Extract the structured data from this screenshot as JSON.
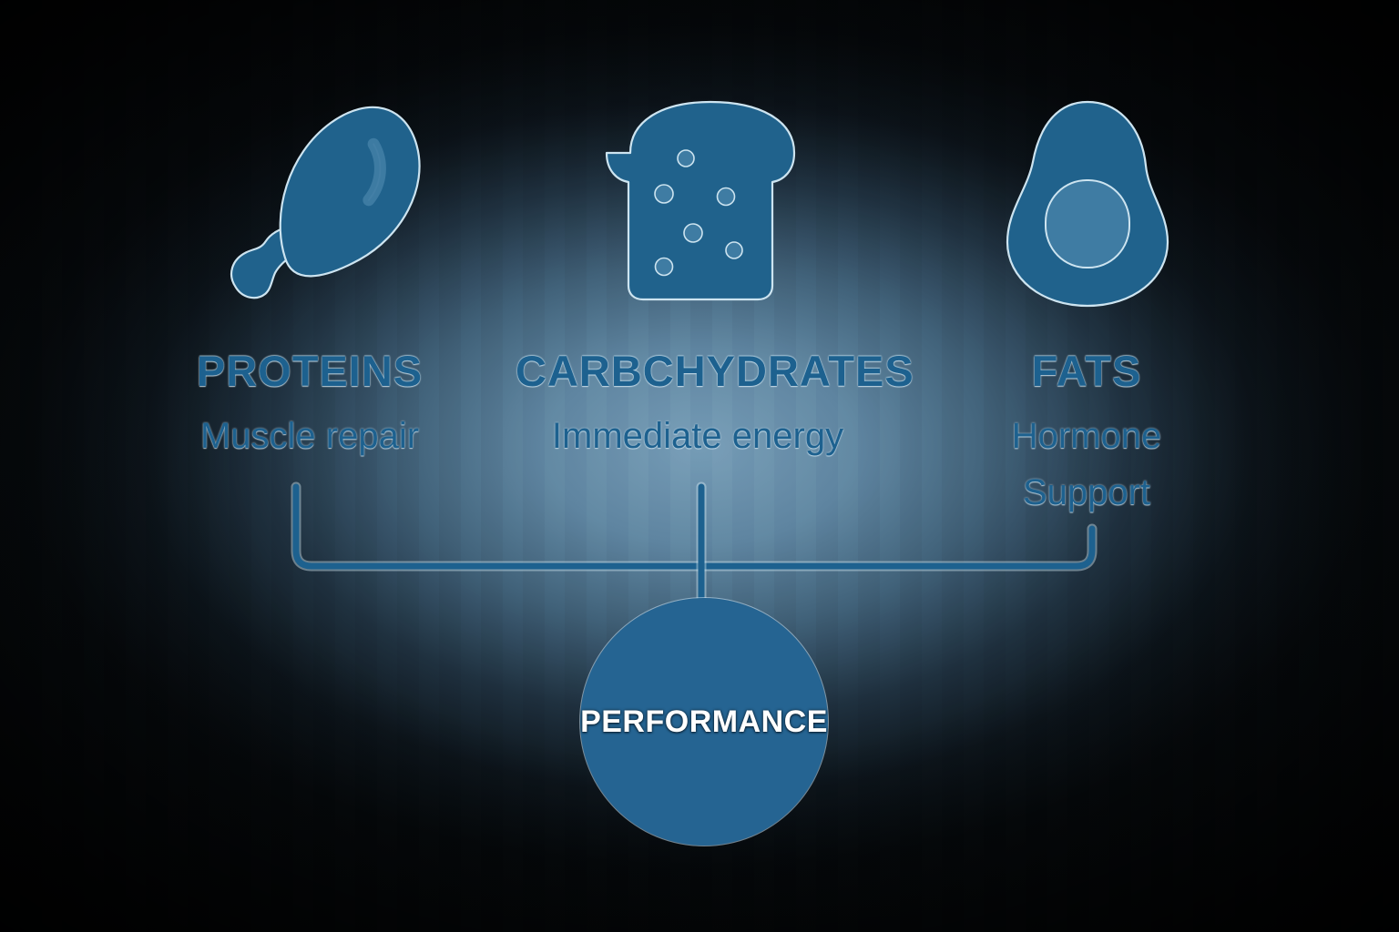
{
  "theme": {
    "icon_fill": "#20628c",
    "accent_blue": "#1d618f",
    "circle_fill": "#256492",
    "glow_outline": "#cde4f0",
    "background_dark": "#05080a",
    "glow_center": "#7ea6c1",
    "text_white": "#ffffff"
  },
  "macros": [
    {
      "id": "proteins",
      "icon": "drumstick-icon",
      "label": "PROTEINS",
      "description": "Muscle repair"
    },
    {
      "id": "carbchydrates",
      "icon": "bread-slice-icon",
      "label": "CARBCHYDRATES",
      "description": "Immediate energy"
    },
    {
      "id": "fats",
      "icon": "avocado-icon",
      "label": "FATS",
      "description_line1": "Hormone",
      "description_line2": "Support"
    }
  ],
  "outcome": {
    "label": "PERFORMANCE",
    "shape": "circle"
  },
  "connector": {
    "type": "bracket",
    "branches": 3,
    "stem": "center-down-to-outcome"
  }
}
